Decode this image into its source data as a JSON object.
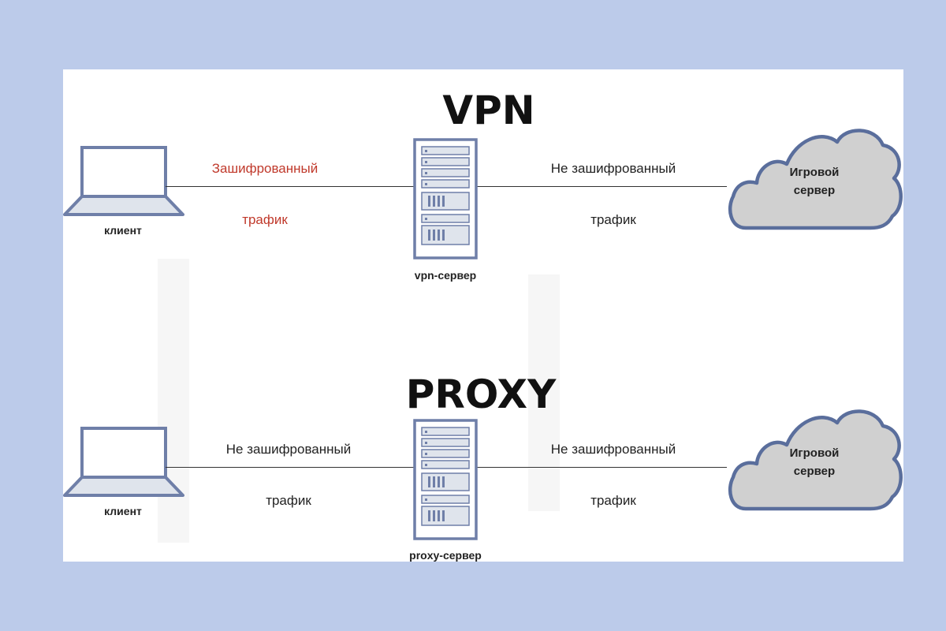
{
  "vpn": {
    "title": "VPN",
    "client_label": "клиент",
    "left_top": "Зашифрованный",
    "left_bottom": "трафик",
    "server_label": "vpn-сервер",
    "right_top": "Не зашифрованный",
    "right_bottom": "трафик",
    "cloud_line1": "Игровой",
    "cloud_line2": "сервер"
  },
  "proxy": {
    "title": "PROXY",
    "client_label": "клиент",
    "left_top": "Не зашифрованный",
    "left_bottom": "трафик",
    "server_label": "proxy-сервер",
    "right_top": "Не зашифрованный",
    "right_bottom": "трафик",
    "cloud_line1": "Игровой",
    "cloud_line2": "сервер"
  },
  "colors": {
    "background": "#bccbea",
    "panel": "#ffffff",
    "icon_stroke": "#6f7fa8",
    "icon_fill": "#dfe4ec",
    "cloud_fill": "#d0d0d0",
    "cloud_stroke": "#5a6e9c",
    "encrypted_text": "#c0392b",
    "text": "#222222"
  },
  "icons": {
    "client": "laptop-icon",
    "server": "server-rack-icon",
    "destination": "cloud-icon"
  }
}
